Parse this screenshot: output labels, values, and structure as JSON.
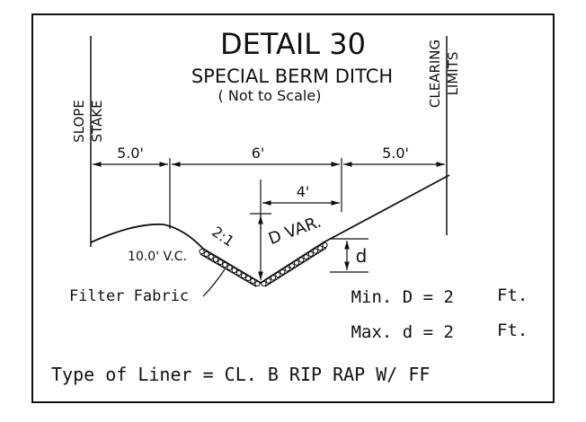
{
  "detail": {
    "title": "DETAIL 30",
    "subtitle": "SPECIAL BERM DITCH",
    "note": "( Not to Scale)"
  },
  "labels": {
    "slope_stake_1": "SLOPE",
    "slope_stake_2": "STAKE",
    "clearing_limits_1": "CLEARING",
    "clearing_limits_2": "LIMITS",
    "slope_ratio": "2:1",
    "vertical_curve": "10.0' V.C.",
    "depth_var": "D VAR.",
    "depth_small": "d",
    "filter_fabric": "Filter Fabric"
  },
  "dimensions": {
    "left_width": "5.0'",
    "center_width": "6'",
    "right_width": "5.0'",
    "offset": "4'"
  },
  "requirements": {
    "min_label": "Min. D = 2",
    "min_unit": "Ft.",
    "max_label": "Max. d = 2",
    "max_unit": "Ft."
  },
  "liner": "Type of Liner = CL. B RIP RAP W/ FF",
  "colors": {
    "line": "#111111",
    "background": "#ffffff"
  }
}
